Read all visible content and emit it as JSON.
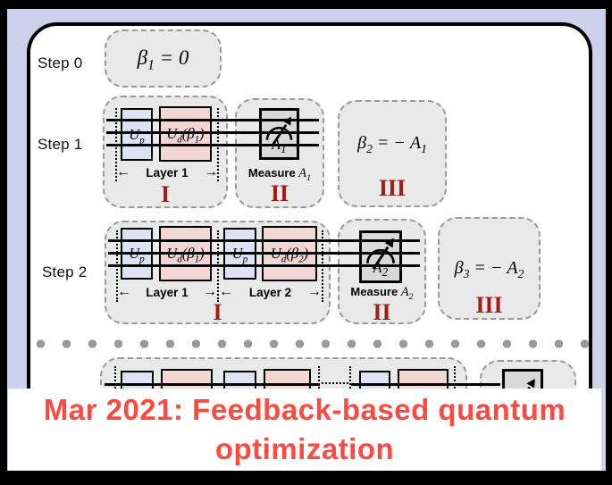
{
  "colors": {
    "frame": "#000000",
    "backdrop": "#ccd2ec",
    "panel": "#ffffff",
    "group-fill": "#e9e9e9",
    "group-border": "#999999",
    "gate-blue": "#dee2f4",
    "gate-pink": "#f2d6d4",
    "meter-fill": "#d9d9d9",
    "ink": "#000000",
    "numeral-red": "#a31c15",
    "banner-red": "#fb4a41",
    "dot-gray": "#999999"
  },
  "diagram": {
    "step0": {
      "label": "Step 0",
      "formula": "β_1 = 0"
    },
    "step1": {
      "label": "Step 1",
      "circuit": {
        "gates": [
          {
            "label": "U_p"
          },
          {
            "label": "U_d(β_1)"
          }
        ],
        "layers": [
          {
            "arrow_left": "←",
            "label": "Layer 1",
            "arrow_right": "→"
          }
        ],
        "numeral": "I"
      },
      "measure": {
        "meter_label": "A_1",
        "caption_word": "Measure",
        "caption_math": "A_1",
        "numeral": "II"
      },
      "update": {
        "formula": "β_2 = − A_1",
        "numeral": "III"
      }
    },
    "step2": {
      "label": "Step 2",
      "circuit": {
        "gates": [
          {
            "label": "U_p"
          },
          {
            "label": "U_d(β_1)"
          },
          {
            "label": "U_p"
          },
          {
            "label": "U_d(β_2)"
          }
        ],
        "layers": [
          {
            "arrow_left": "←",
            "label": "Layer 1",
            "arrow_right": "→"
          },
          {
            "arrow_left": "←",
            "label": "Layer 2",
            "arrow_right": "→"
          }
        ],
        "numeral": "I"
      },
      "measure": {
        "meter_label": "A_2",
        "caption_word": "Measure",
        "caption_math": "A_2",
        "numeral": "II"
      },
      "update": {
        "formula": "β_3 = − A_2",
        "numeral": "III"
      }
    },
    "ellipsis_row": {
      "dot_count": 22
    }
  },
  "banner": {
    "line1": "Mar 2021: Feedback-based quantum",
    "line2": "optimization"
  }
}
